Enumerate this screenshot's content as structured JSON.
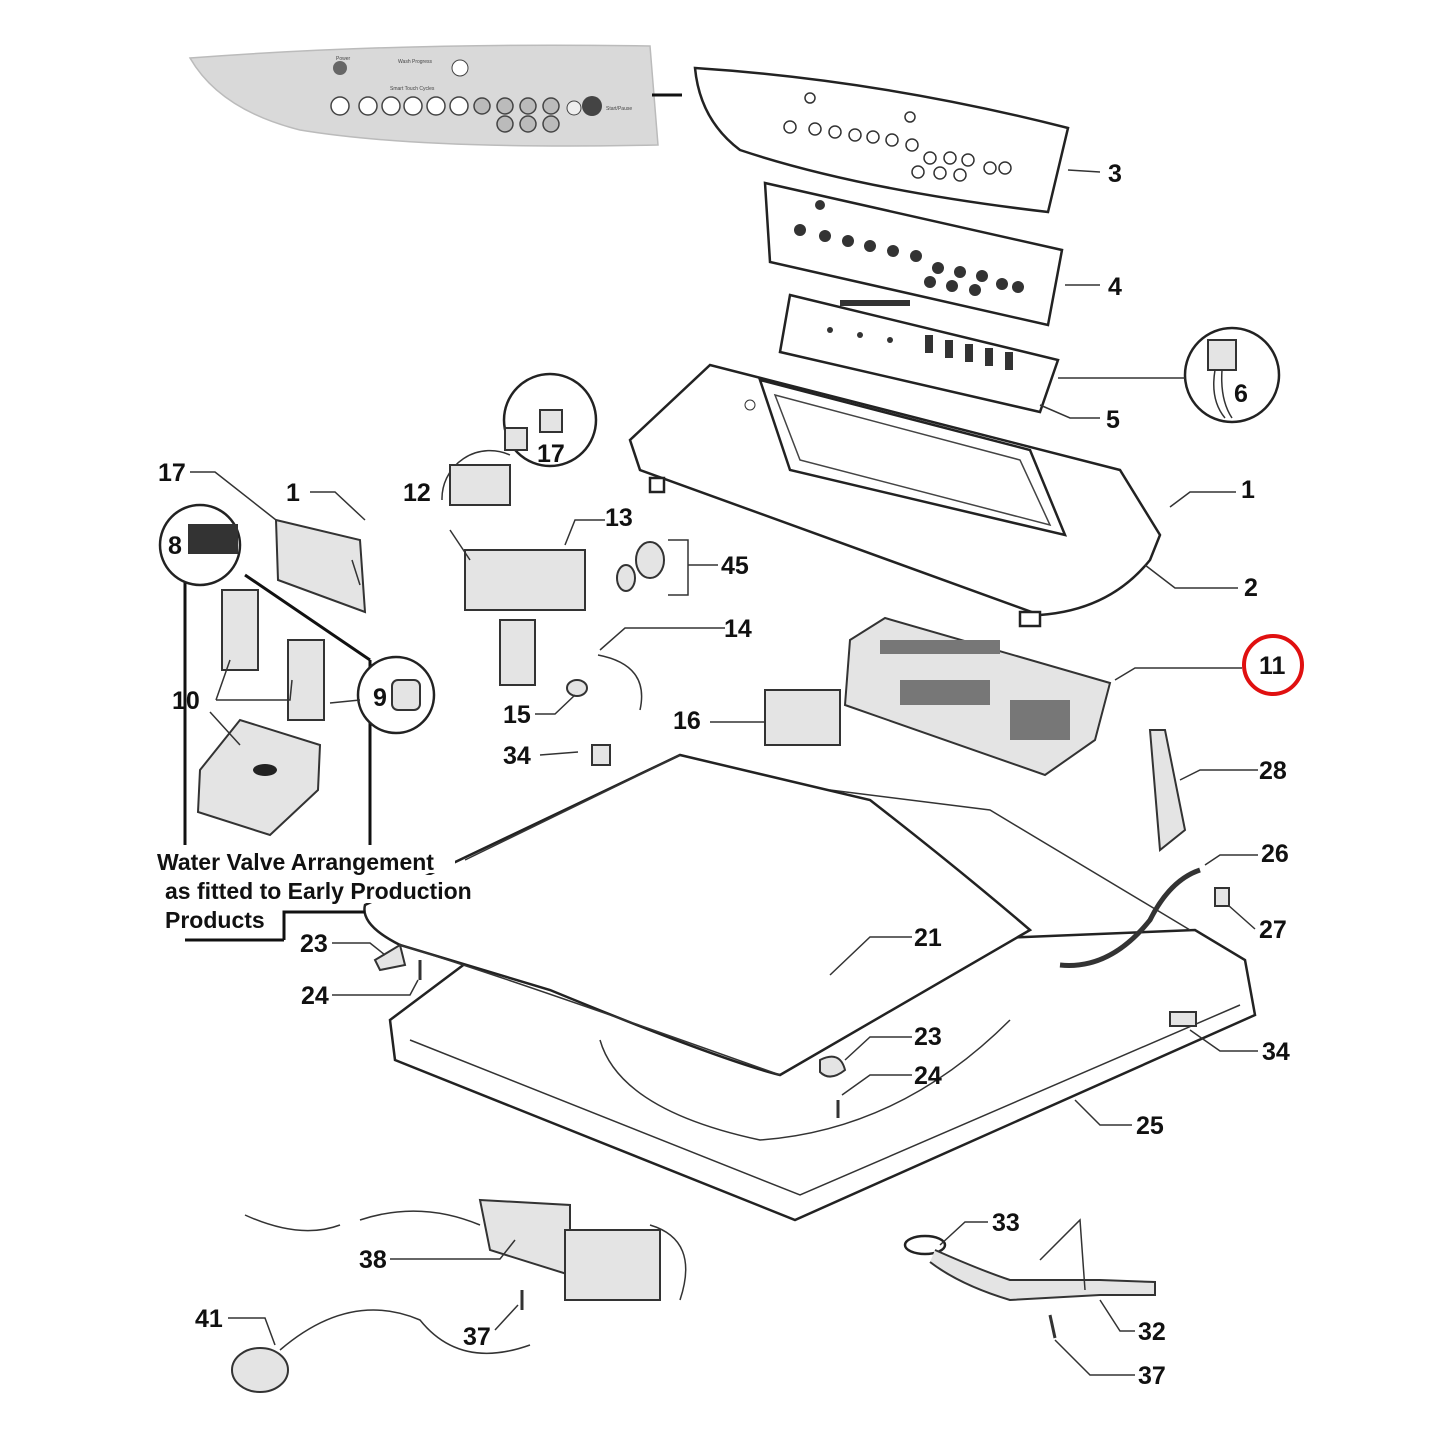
{
  "diagram": {
    "title_lettering": [
      "Power",
      "Wash Progress",
      "Smart Touch Cycles",
      "Start/Pause"
    ],
    "highlight_color": "#e01010",
    "highlighted_part": "11",
    "caption": [
      "Water Valve Arrangement",
      "as fitted to Early Production",
      "Products"
    ],
    "labels": {
      "p3": "3",
      "p4": "4",
      "p6": "6",
      "p5": "5",
      "p1a": "1",
      "p2": "2",
      "p11": "11",
      "p17a": "17",
      "p1b": "1",
      "p12": "12",
      "p17b": "17",
      "p13": "13",
      "p45": "45",
      "p8": "8",
      "p14": "14",
      "p10": "10",
      "p9": "9",
      "p15": "15",
      "p16": "16",
      "p34a": "34",
      "p28": "28",
      "p26": "26",
      "p27": "27",
      "p21": "21",
      "p23a": "23",
      "p24a": "24",
      "p23b": "23",
      "p24b": "24",
      "p34b": "34",
      "p25": "25",
      "p33": "33",
      "p32": "32",
      "p37a": "37",
      "p38": "38",
      "p41": "41",
      "p37b": "37"
    }
  }
}
